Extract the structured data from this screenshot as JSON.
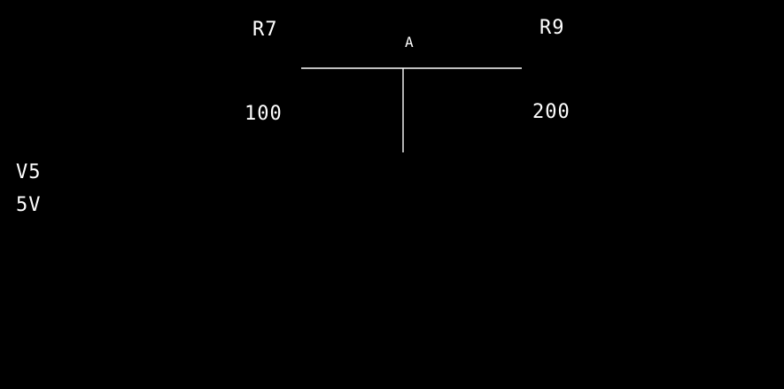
{
  "components": {
    "r7": {
      "designator": "R7",
      "value": "100"
    },
    "r9": {
      "designator": "R9",
      "value": "200"
    },
    "v5": {
      "designator": "V5",
      "value": "5V"
    }
  },
  "nodes": {
    "a": {
      "label": "A"
    }
  },
  "colors": {
    "background": "#000000",
    "foreground": "#ffffff"
  }
}
